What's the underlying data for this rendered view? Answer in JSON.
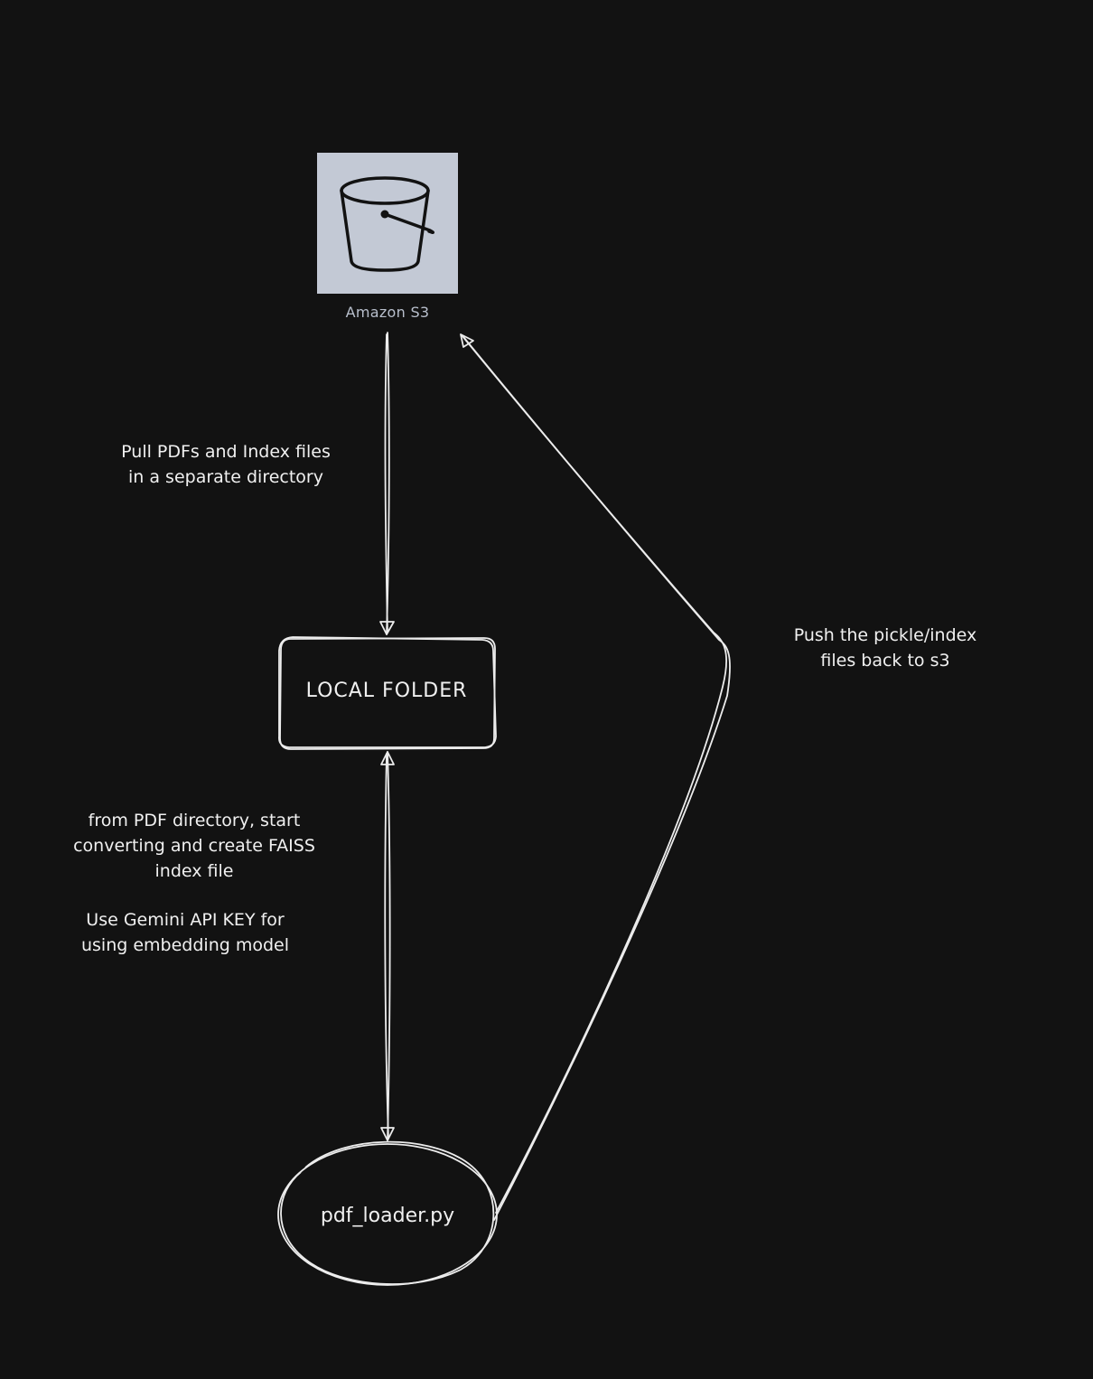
{
  "nodes": {
    "s3": {
      "label": "Amazon S3",
      "icon": "bucket-icon",
      "tile_color": "#c3c9d5"
    },
    "local_folder": {
      "label": "LOCAL FOLDER"
    },
    "pdf_loader": {
      "label": "pdf_loader.py"
    }
  },
  "notes": {
    "pull": "Pull PDFs and Index files\nin a separate directory",
    "convert": "from PDF directory, start\nconverting and create FAISS\nindex file",
    "gemini": "Use Gemini API KEY for\nusing embedding model",
    "push": "Push the pickle/index\nfiles back to s3"
  },
  "edges": [
    {
      "from": "Amazon S3",
      "to": "LOCAL FOLDER",
      "direction": "one-way"
    },
    {
      "from": "LOCAL FOLDER",
      "to": "pdf_loader.py",
      "direction": "two-way"
    },
    {
      "from": "pdf_loader.py",
      "to": "Amazon S3",
      "direction": "one-way"
    }
  ],
  "colors": {
    "background": "#121212",
    "stroke": "#ececec",
    "s3_caption": "#b8bfcc"
  }
}
